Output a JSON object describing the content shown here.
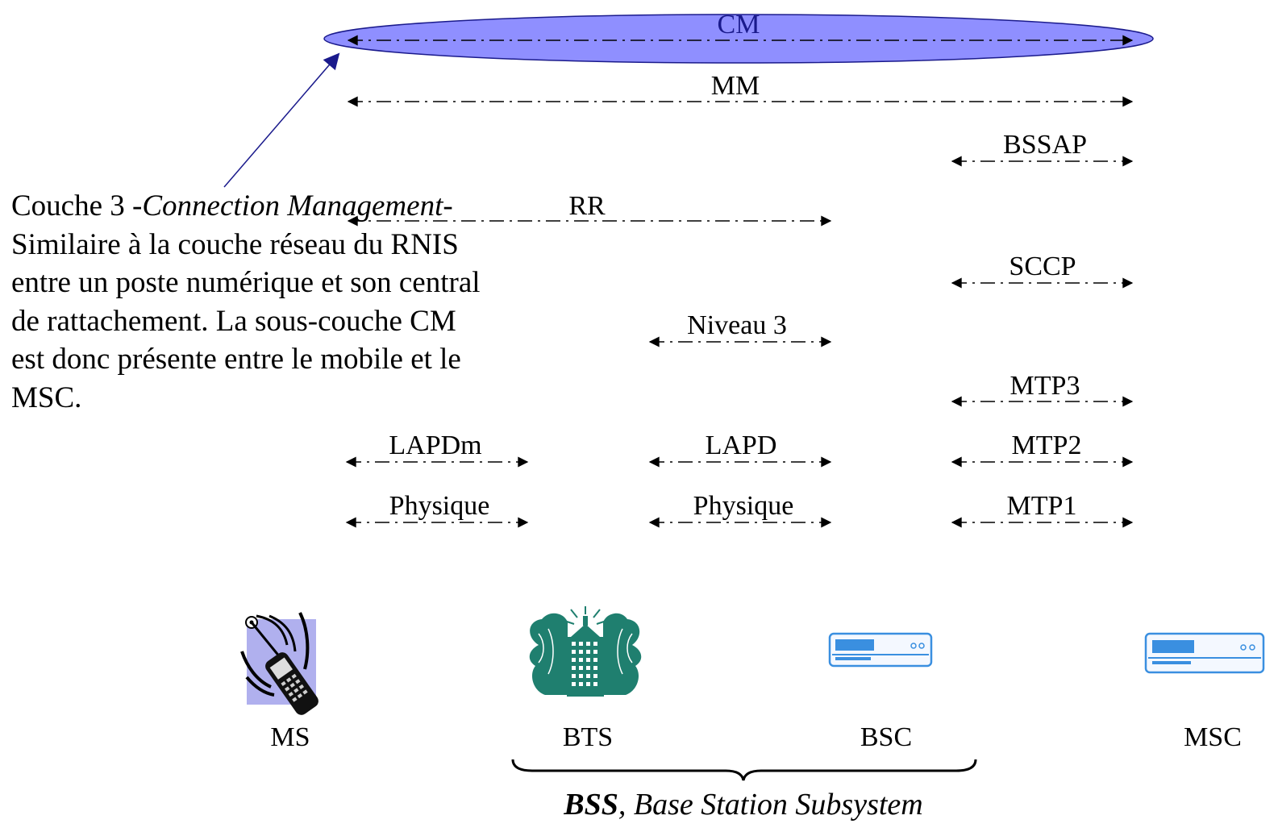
{
  "annotation": {
    "prefix": "Couche 3 -",
    "italic": "Connection Management",
    "suffix": "- Similaire à la couche réseau du RNIS entre un poste numérique et son central de rattachement. La sous-couche CM est donc présente entre le mobile et le MSC."
  },
  "layers": {
    "cm": "CM",
    "mm": "MM",
    "bssap": "BSSAP",
    "rr": "RR",
    "sccp": "SCCP",
    "niveau3": "Niveau 3",
    "mtp3": "MTP3",
    "lapdm": "LAPDm",
    "lapd": "LAPD",
    "mtp2": "MTP2",
    "physique_ms": "Physique",
    "physique_bts": "Physique",
    "mtp1": "MTP1"
  },
  "devices": {
    "ms": "MS",
    "bts": "BTS",
    "bsc": "BSC",
    "msc": "MSC"
  },
  "bss": {
    "abbr": "BSS",
    "rest": ", Base Station Subsystem"
  },
  "colors": {
    "cm_fill": "#8f8fff",
    "cm_stroke": "#1a1a8c",
    "pointer": "#1a1a8c",
    "bts_teal": "#1f7f6f",
    "equipment_blue": "#3a8fe0",
    "phone_bg": "#b0b0ee"
  }
}
